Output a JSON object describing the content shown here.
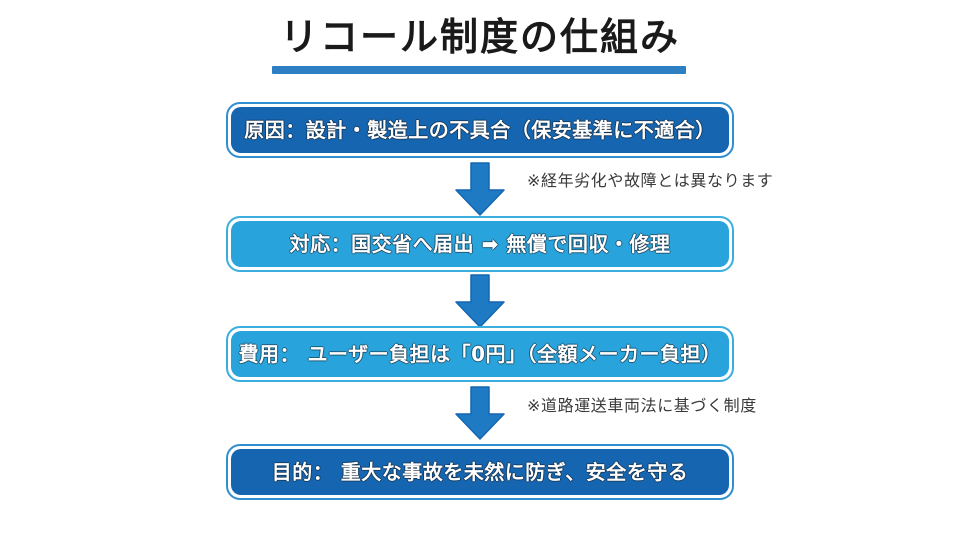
{
  "title": {
    "text": "リコール制度の仕組み",
    "underline_color": "#2e7ec4"
  },
  "colors": {
    "dark_box_fill": "#1565b0",
    "light_box_fill": "#29a3db",
    "box_border": "#2f9ad4",
    "arrow_fill": "#1f7ac4",
    "arrow_stroke": "#1565b0",
    "note_text": "#3a3a3a",
    "background": "#ffffff"
  },
  "flow": {
    "steps": [
      {
        "id": "cause",
        "label": "原因：設計・製造上の不具合（保安基準に不適合）",
        "tone": "dark"
      },
      {
        "id": "response",
        "label": "対応：国交省へ届出 ➡ 無償で回収・修理",
        "tone": "light"
      },
      {
        "id": "cost",
        "label": "費用： ユーザー負担は「0円」（全額メーカー負担）",
        "tone": "light"
      },
      {
        "id": "purpose",
        "label": "目的： 重大な事故を未然に防ぎ、安全を守る",
        "tone": "dark"
      }
    ],
    "connectors": [
      {
        "id": "connector-1",
        "icon": "down-arrow-icon"
      },
      {
        "id": "connector-2",
        "icon": "down-arrow-icon"
      },
      {
        "id": "connector-3",
        "icon": "down-arrow-icon"
      }
    ]
  },
  "notes": [
    {
      "id": "note-aging",
      "text": "※経年劣化や故障とは異なります"
    },
    {
      "id": "note-law",
      "text": "※道路運送車両法に基づく制度"
    }
  ]
}
